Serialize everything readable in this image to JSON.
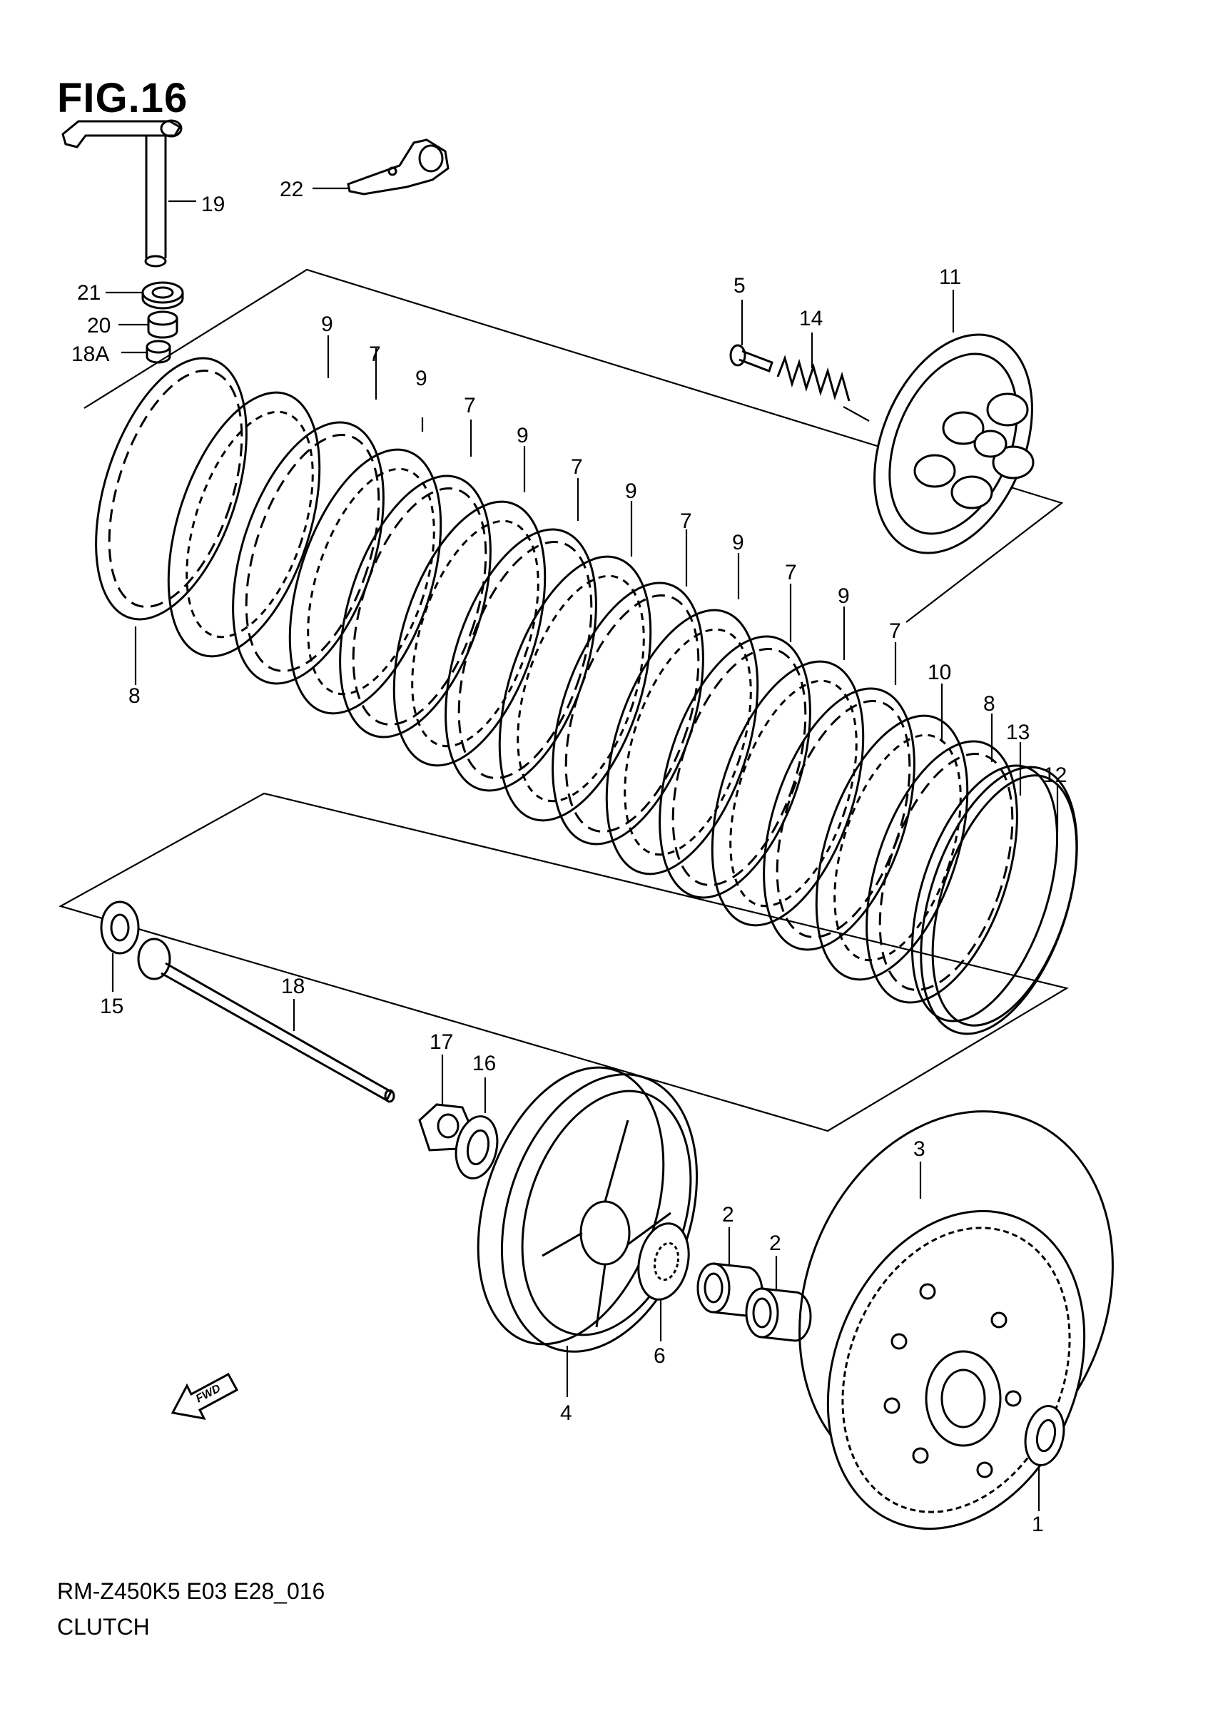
{
  "figure": {
    "title": "FIG.16",
    "model_code": "RM-Z450K5 E03 E28_016",
    "name": "CLUTCH"
  },
  "direction_label": "FWD",
  "callouts": {
    "c1": "1",
    "c2a": "2",
    "c2b": "2",
    "c3": "3",
    "c4": "4",
    "c5": "5",
    "c6": "6",
    "c7a": "7",
    "c7b": "7",
    "c7c": "7",
    "c7d": "7",
    "c7e": "7",
    "c7f": "7",
    "c8a": "8",
    "c8b": "8",
    "c9a": "9",
    "c9b": "9",
    "c9c": "9",
    "c9d": "9",
    "c9e": "9",
    "c9f": "9",
    "c10": "10",
    "c11": "11",
    "c12": "12",
    "c13": "13",
    "c14": "14",
    "c15": "15",
    "c16": "16",
    "c17": "17",
    "c18": "18",
    "c18a": "18A",
    "c19": "19",
    "c20": "20",
    "c21": "21",
    "c22": "22"
  }
}
